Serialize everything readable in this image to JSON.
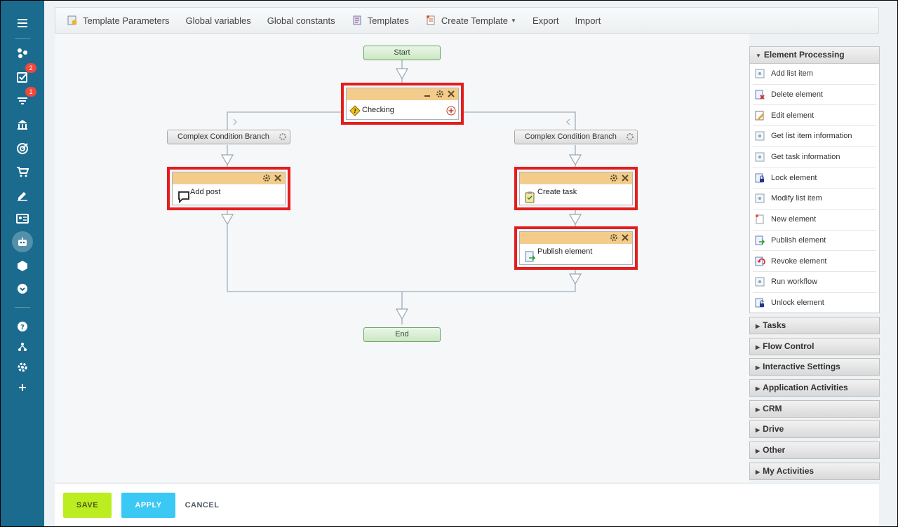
{
  "sidebar": {
    "badges": {
      "tasks": "2",
      "filters": "1"
    }
  },
  "toolbar": {
    "items": [
      {
        "label": "Template Parameters",
        "icon": "template-params-icon"
      },
      {
        "label": "Global variables"
      },
      {
        "label": "Global constants"
      },
      {
        "label": "Templates",
        "icon": "templates-icon"
      },
      {
        "label": "Create Template",
        "icon": "create-template-icon",
        "dropdown": true
      },
      {
        "label": "Export"
      },
      {
        "label": "Import"
      }
    ]
  },
  "canvas": {
    "start_label": "Start",
    "end_label": "End",
    "checking": {
      "title": "Checking"
    },
    "branches": [
      {
        "label": "Complex Condition Branch"
      },
      {
        "label": "Complex Condition Branch"
      }
    ],
    "activities": {
      "add_post": "Add post",
      "create_task": "Create task",
      "publish_element": "Publish element"
    },
    "highlight_color": "#e51d1d",
    "header_color": "#f3cc8c"
  },
  "palette": {
    "open_section": "Element Processing",
    "items": [
      "Add list item",
      "Delete element",
      "Edit element",
      "Get list item information",
      "Get task information",
      "Lock element",
      "Modify list item",
      "New element",
      "Publish element",
      "Revoke element",
      "Run workflow",
      "Unlock element"
    ],
    "sections": [
      "Tasks",
      "Flow Control",
      "Interactive Settings",
      "Application Activities",
      "CRM",
      "Drive",
      "Other",
      "My Activities"
    ]
  },
  "footer": {
    "save": "SAVE",
    "apply": "APPLY",
    "cancel": "CANCEL"
  },
  "colors": {
    "sidebar": "#1b6b8e",
    "save": "#bbed21",
    "apply": "#3bc8f5"
  }
}
